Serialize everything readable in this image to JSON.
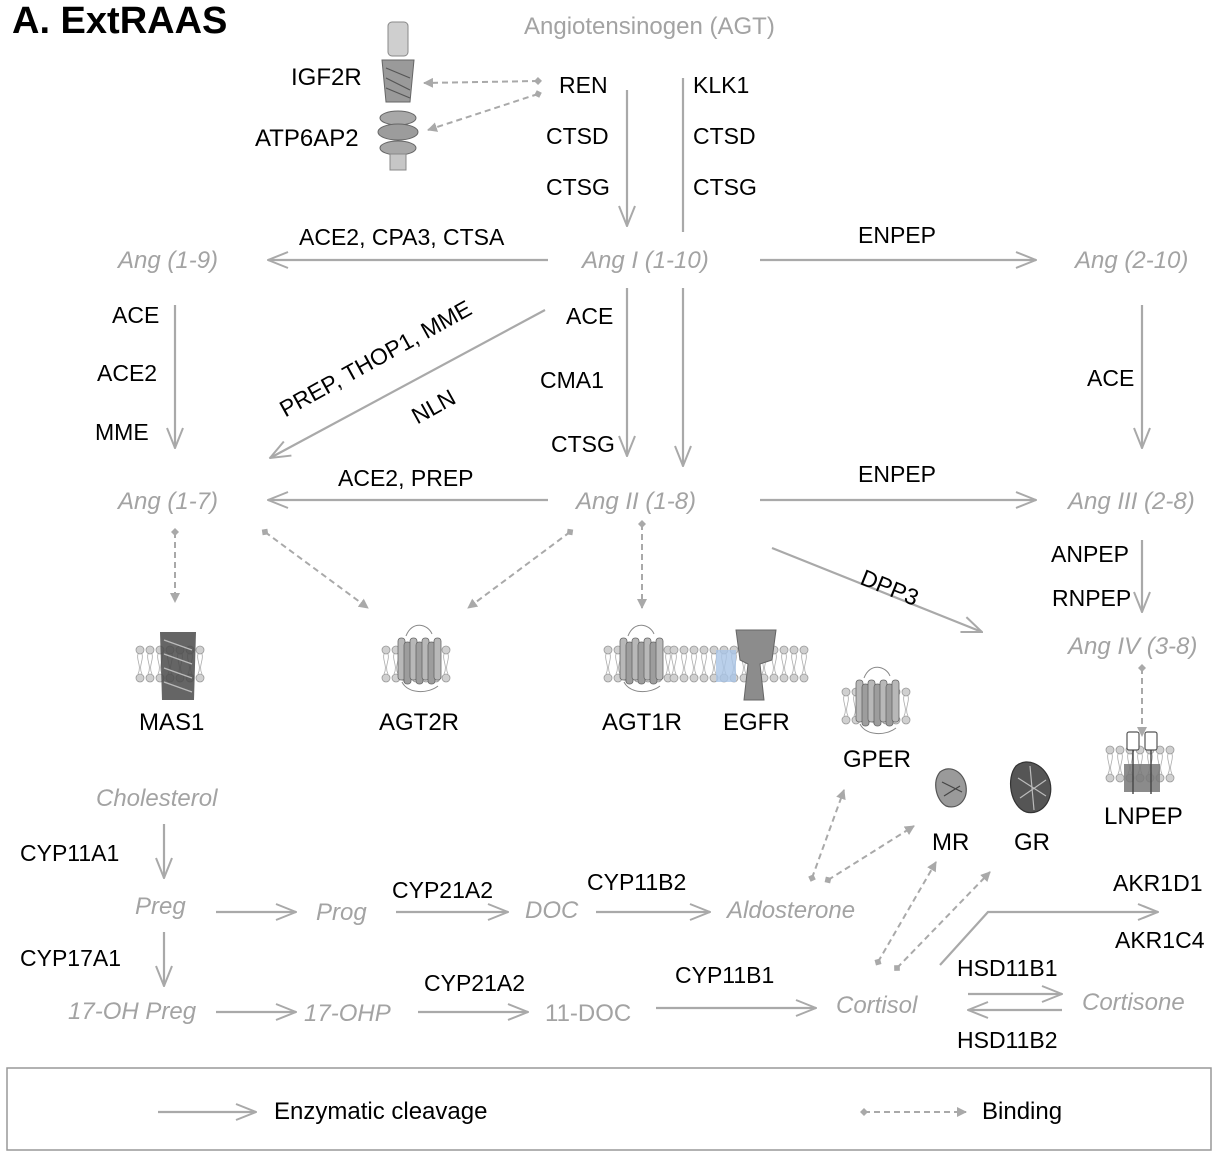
{
  "title": "A. ExtRAAS",
  "molecules": {
    "agt": "Angiotensinogen (AGT)",
    "ang1_9": "Ang (1-9)",
    "ang1_10": "Ang I (1-10)",
    "ang2_10": "Ang (2-10)",
    "ang1_7": "Ang (1-7)",
    "ang2_1_8": "Ang II (1-8)",
    "ang3_2_8": "Ang III (2-8)",
    "ang4_3_8": "Ang IV (3-8)",
    "cholesterol": "Cholesterol",
    "preg": "Preg",
    "prog": "Prog",
    "doc": "DOC",
    "aldosterone": "Aldosterone",
    "oh_preg": "17-OH Preg",
    "ohp": "17-OHP",
    "doc11": "11-DOC",
    "cortisol": "Cortisol",
    "cortisone": "Cortisone"
  },
  "enzymes": {
    "ren": "REN",
    "ctsd_left": "CTSD",
    "ctsg_left": "CTSG",
    "klk1": "KLK1",
    "ctsd_right": "CTSD",
    "ctsg_right": "CTSG",
    "ace2_cpa3_ctsa": "ACE2, CPA3, CTSA",
    "enpep_top": "ENPEP",
    "ace_left": "ACE",
    "ace2_left": "ACE2",
    "mme_left": "MME",
    "prep_thop1_mme": "PREP, THOP1, MME",
    "nln": "NLN",
    "ace_center": "ACE",
    "cma1": "CMA1",
    "ctsg_center": "CTSG",
    "ace_right": "ACE",
    "ace2_prep": "ACE2, PREP",
    "enpep_mid": "ENPEP",
    "dpp3": "DPP3",
    "anpep": "ANPEP",
    "rnpep": "RNPEP",
    "cyp11a1": "CYP11A1",
    "cyp17a1": "CYP17A1",
    "cyp21a2_top": "CYP21A2",
    "cyp11b2": "CYP11B2",
    "cyp21a2_bottom": "CYP21A2",
    "cyp11b1": "CYP11B1",
    "akr1d1": "AKR1D1",
    "akr1c4": "AKR1C4",
    "hsd11b1": "HSD11B1",
    "hsd11b2": "HSD11B2"
  },
  "receptors": {
    "igf2r": "IGF2R",
    "atp6ap2": "ATP6AP2",
    "mas1": "MAS1",
    "agt2r": "AGT2R",
    "agt1r": "AGT1R",
    "egfr": "EGFR",
    "gper": "GPER",
    "mr": "MR",
    "gr": "GR",
    "lnpep": "LNPEP"
  },
  "legend": {
    "cleavage": "Enzymatic cleavage",
    "binding": "Binding"
  },
  "colors": {
    "arrow": "#a9a9a9",
    "molecule_text": "#a3a3a3",
    "enzyme_text": "#000000",
    "membrane": "#bdbdbd",
    "egfr_highlight": "#a9c4e6"
  }
}
